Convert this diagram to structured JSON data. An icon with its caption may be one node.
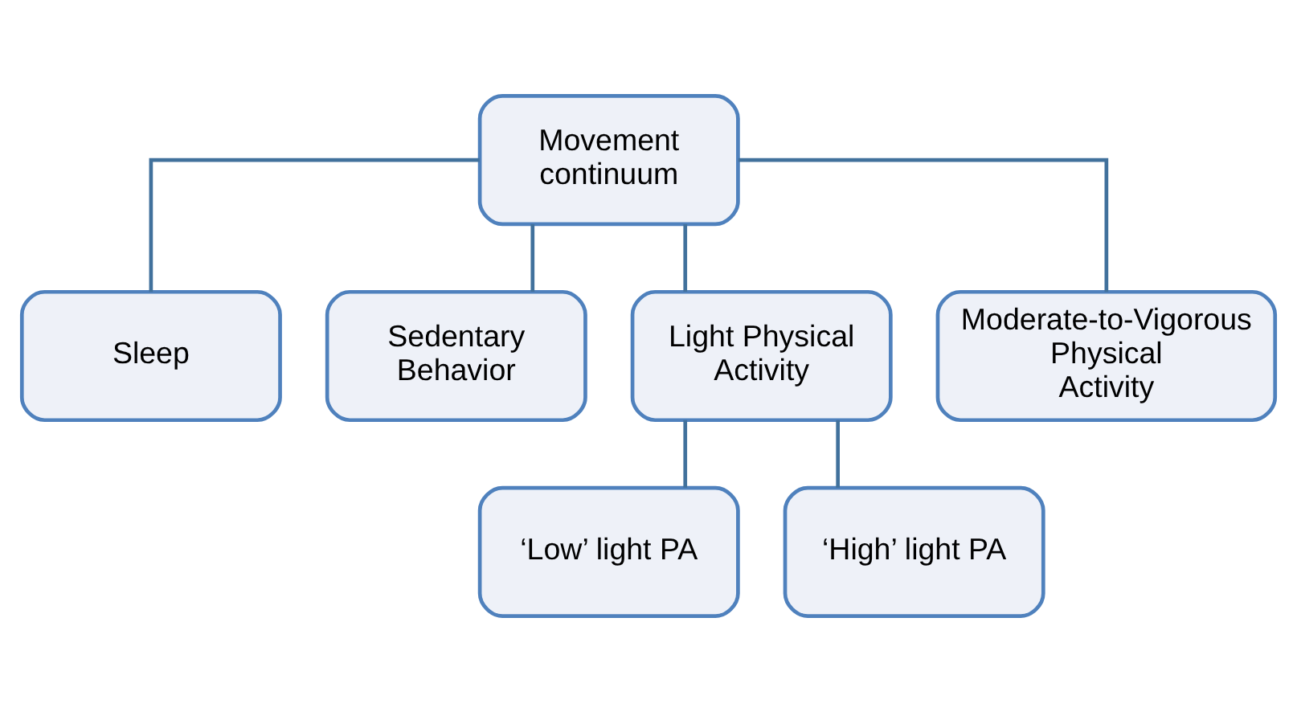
{
  "diagram": {
    "nodes": [
      {
        "text": [
          "Movement continuum"
        ]
      },
      {
        "text": [
          "Sleep"
        ]
      },
      {
        "text": [
          "Sedentary Behavior"
        ]
      },
      {
        "text": [
          "Light Physical Activity"
        ]
      },
      {
        "text": [
          "Moderate-to-Vigorous Physical Activity"
        ]
      },
      {
        "text": [
          "‘Low’ light PA"
        ]
      },
      {
        "text": [
          "‘High’ light PA"
        ]
      }
    ],
    "edges": [
      {
        "from": 0,
        "to": 1,
        "arrow": "none"
      },
      {
        "from": 0,
        "to": 2,
        "arrow": "none"
      },
      {
        "from": 0,
        "to": 3,
        "arrow": "none"
      },
      {
        "from": 0,
        "to": 4,
        "arrow": "none"
      },
      {
        "from": 3,
        "to": 5,
        "arrow": "none"
      },
      {
        "from": 3,
        "to": 6,
        "arrow": "none"
      }
    ]
  }
}
